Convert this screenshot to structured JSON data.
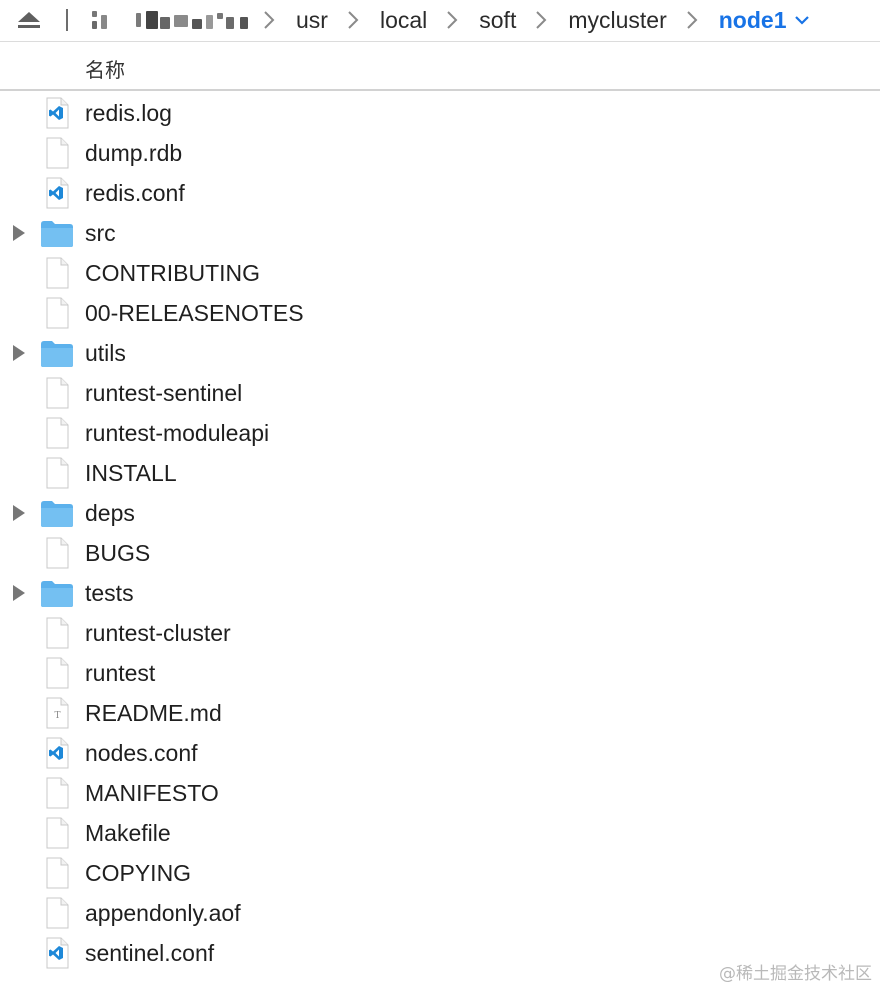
{
  "pathbar": {
    "crumbs": [
      "usr",
      "local",
      "soft",
      "mycluster"
    ],
    "current": "node1"
  },
  "header": {
    "name_column": "名称"
  },
  "files": [
    {
      "name": "redis.log",
      "kind": "vscode-file-icon",
      "folder": false
    },
    {
      "name": "dump.rdb",
      "kind": "blank-file-icon",
      "folder": false
    },
    {
      "name": "redis.conf",
      "kind": "vscode-file-icon",
      "folder": false
    },
    {
      "name": "src",
      "kind": "folder-icon",
      "folder": true
    },
    {
      "name": "CONTRIBUTING",
      "kind": "blank-file-icon",
      "folder": false
    },
    {
      "name": "00-RELEASENOTES",
      "kind": "blank-file-icon",
      "folder": false
    },
    {
      "name": "utils",
      "kind": "folder-icon",
      "folder": true
    },
    {
      "name": "runtest-sentinel",
      "kind": "blank-file-icon",
      "folder": false
    },
    {
      "name": "runtest-moduleapi",
      "kind": "blank-file-icon",
      "folder": false
    },
    {
      "name": "INSTALL",
      "kind": "blank-file-icon",
      "folder": false
    },
    {
      "name": "deps",
      "kind": "folder-icon",
      "folder": true
    },
    {
      "name": "BUGS",
      "kind": "blank-file-icon",
      "folder": false
    },
    {
      "name": "tests",
      "kind": "folder-icon",
      "folder": true
    },
    {
      "name": "runtest-cluster",
      "kind": "blank-file-icon",
      "folder": false
    },
    {
      "name": "runtest",
      "kind": "blank-file-icon",
      "folder": false
    },
    {
      "name": "README.md",
      "kind": "text-file-icon",
      "folder": false
    },
    {
      "name": "nodes.conf",
      "kind": "vscode-file-icon",
      "folder": false
    },
    {
      "name": "MANIFESTO",
      "kind": "blank-file-icon",
      "folder": false
    },
    {
      "name": "Makefile",
      "kind": "blank-file-icon",
      "folder": false
    },
    {
      "name": "COPYING",
      "kind": "blank-file-icon",
      "folder": false
    },
    {
      "name": "appendonly.aof",
      "kind": "blank-file-icon",
      "folder": false
    },
    {
      "name": "sentinel.conf",
      "kind": "vscode-file-icon",
      "folder": false
    }
  ],
  "watermark": "@稀土掘金技术社区",
  "colors": {
    "accent": "#1873e6",
    "folder": "#74c0f2",
    "vscode": "#1e88d8"
  }
}
